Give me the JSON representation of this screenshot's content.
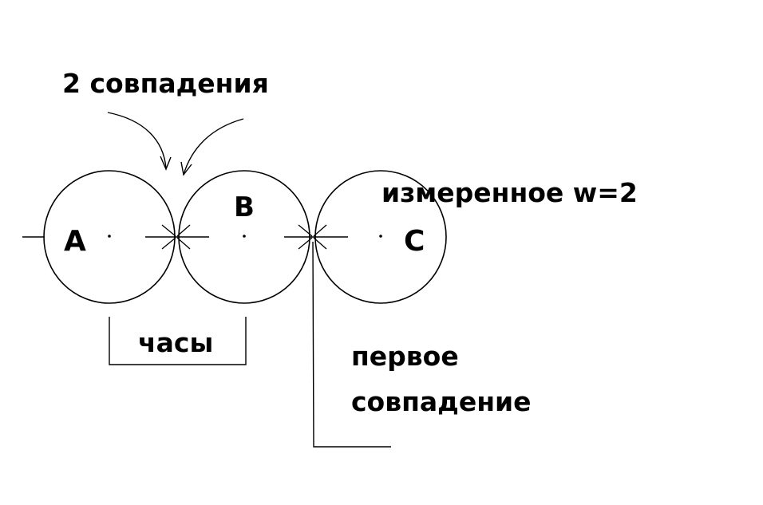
{
  "labels": {
    "two_coincidences": "2 совпадения",
    "circle_a": "A",
    "circle_b": "B",
    "circle_c": "C",
    "measured": "измеренное w=2",
    "clocks": "часы",
    "first_line1": "первое",
    "first_line2": "совпадение"
  },
  "colors": {
    "ink": "#000000",
    "background": "#ffffff"
  }
}
